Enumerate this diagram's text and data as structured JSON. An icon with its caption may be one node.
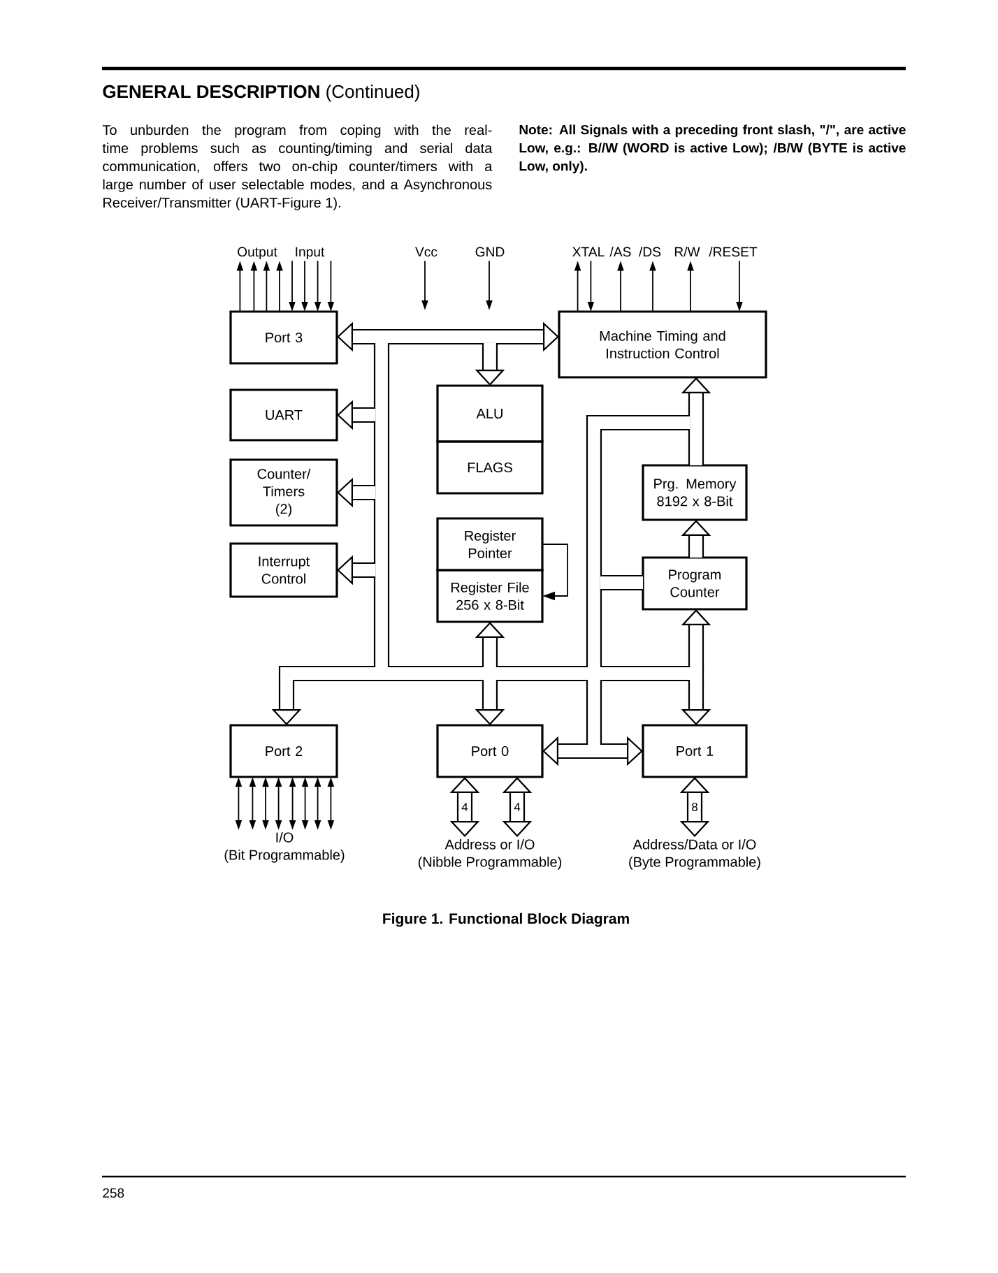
{
  "diagram": {
    "title": "**GENERAL DESCRIPTION** (Continued)",
    "caption": "Figure 1. Functional Block Diagram",
    "nodes": [
      {
        "text": [
          "Output"
        ]
      },
      {
        "text": [
          "Input"
        ]
      },
      {
        "text": [
          "Vcc"
        ]
      },
      {
        "text": [
          "GND"
        ]
      },
      {
        "text": [
          "XTAL"
        ]
      },
      {
        "text": [
          "/AS"
        ]
      },
      {
        "text": [
          "/DS"
        ]
      },
      {
        "text": [
          "R/W"
        ]
      },
      {
        "text": [
          "/RESET"
        ]
      },
      {
        "text": [
          "Port 3"
        ]
      },
      {
        "text": [
          "Machine Timing and Instruction Control"
        ]
      },
      {
        "text": [
          "UART"
        ]
      },
      {
        "text": [
          "ALU"
        ]
      },
      {
        "text": [
          "FLAGS"
        ]
      },
      {
        "text": [
          "Counter/ Timers (2)"
        ]
      },
      {
        "text": [
          "Prg. Memory 8192 x 8-Bit"
        ]
      },
      {
        "text": [
          "Register Pointer"
        ]
      },
      {
        "text": [
          "Interrupt Control"
        ]
      },
      {
        "text": [
          "Program Counter"
        ]
      },
      {
        "text": [
          "Register File 256 x 8-Bit"
        ]
      },
      {
        "text": [
          "Port 2"
        ]
      },
      {
        "text": [
          "Port 0"
        ]
      },
      {
        "text": [
          "Port 1"
        ]
      },
      {
        "text": [
          "I/O",
          "(Bit Programmable)"
        ]
      },
      {
        "text": [
          "Address or I/O",
          "(Nibble Programmable)"
        ]
      },
      {
        "text": [
          "Address/Data or I/O",
          "(Byte Programmable)"
        ]
      }
    ],
    "edges": [
      {
        "from": 9,
        "to": 0,
        "arrow": "to"
      },
      {
        "from": 9,
        "to": 0,
        "arrow": "to"
      },
      {
        "from": 9,
        "to": 0,
        "arrow": "to"
      },
      {
        "from": 9,
        "to": 0,
        "arrow": "to"
      },
      {
        "from": 1,
        "to": 9,
        "arrow": "to"
      },
      {
        "from": 1,
        "to": 9,
        "arrow": "to"
      },
      {
        "from": 1,
        "to": 9,
        "arrow": "to"
      },
      {
        "from": 1,
        "to": 9,
        "arrow": "to"
      },
      {
        "from": 2,
        "to": null,
        "arrow": "to"
      },
      {
        "from": 3,
        "to": null,
        "arrow": "to"
      },
      {
        "from": 10,
        "to": 4,
        "arrow": "to"
      },
      {
        "from": 4,
        "to": 10,
        "arrow": "to"
      },
      {
        "from": 10,
        "to": 5,
        "arrow": "to"
      },
      {
        "from": 10,
        "to": 6,
        "arrow": "to"
      },
      {
        "from": 10,
        "to": 7,
        "arrow": "to"
      },
      {
        "from": 8,
        "to": 10,
        "arrow": "to"
      },
      {
        "from": 9,
        "to": 10,
        "arrow": "both",
        "style": "thick"
      },
      {
        "from": null,
        "to": 11,
        "arrow": "to",
        "style": "thick"
      },
      {
        "from": null,
        "to": 12,
        "arrow": "to",
        "style": "thick"
      },
      {
        "from": 15,
        "to": 10,
        "arrow": "to",
        "style": "thick"
      },
      {
        "from": null,
        "to": 14,
        "arrow": "to",
        "style": "thick"
      },
      {
        "from": 18,
        "to": 15,
        "arrow": "to",
        "style": "thick"
      },
      {
        "from": 16,
        "to": 19,
        "arrow": "to"
      },
      {
        "from": null,
        "to": 17,
        "arrow": "to",
        "style": "thick"
      },
      {
        "from": 18,
        "to": null,
        "arrow": "none",
        "style": "thick"
      },
      {
        "from": null,
        "to": 19,
        "arrow": "to",
        "style": "thick"
      },
      {
        "from": null,
        "to": 18,
        "arrow": "to",
        "style": "thick"
      },
      {
        "from": null,
        "to": 20,
        "arrow": "to",
        "style": "thick"
      },
      {
        "from": null,
        "to": 21,
        "arrow": "to",
        "style": "thick"
      },
      {
        "from": null,
        "to": 22,
        "arrow": "to",
        "style": "thick"
      },
      {
        "from": 21,
        "to": 22,
        "arrow": "both",
        "style": "thick"
      },
      {
        "from": 20,
        "to": 23,
        "arrow": "both"
      },
      {
        "from": 20,
        "to": 23,
        "arrow": "both"
      },
      {
        "from": 20,
        "to": 23,
        "arrow": "both"
      },
      {
        "from": 20,
        "to": 23,
        "arrow": "both"
      },
      {
        "from": 20,
        "to": 23,
        "arrow": "both"
      },
      {
        "from": 20,
        "to": 23,
        "arrow": "both"
      },
      {
        "from": 20,
        "to": 23,
        "arrow": "both"
      },
      {
        "from": 20,
        "to": 23,
        "arrow": "both"
      },
      {
        "from": 21,
        "to": 24,
        "arrow": "both",
        "style": "thick",
        "label": "4"
      },
      {
        "from": 21,
        "to": 24,
        "arrow": "both",
        "style": "thick",
        "label": "4"
      },
      {
        "from": 22,
        "to": 25,
        "arrow": "both",
        "style": "thick",
        "label": "8"
      }
    ],
    "labels": [
      "To unburden the program from coping with the real-time problems such as counting/timing and serial data communication, offers two on-chip counter/timers with a large number of user selectable modes, and a Asynchronous Receiver/Transmitter (UART-Figure 1).",
      "Note: All Signals with a preceding front slash, \"/\", are active Low, e.g.: B//W (WORD is active Low); /B/W (BYTE is active Low, only).",
      "258"
    ]
  }
}
